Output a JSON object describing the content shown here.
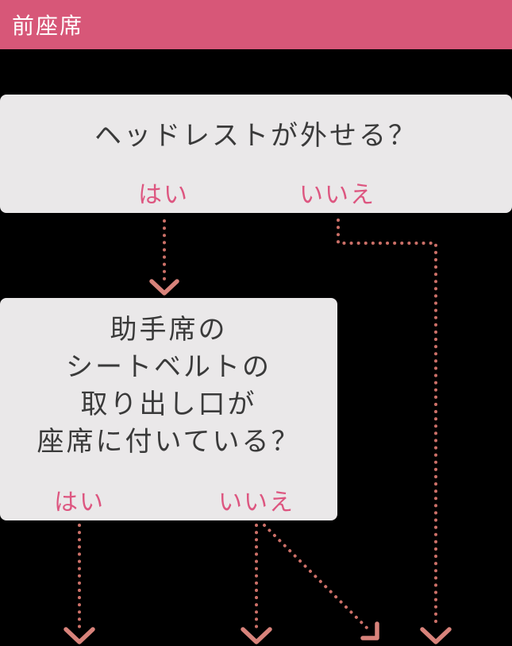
{
  "page": {
    "background": "#000000"
  },
  "header": {
    "title": "前座席",
    "background": "#d75778",
    "text_color": "#ffffff"
  },
  "flowchart": {
    "box_background": "#eae8e9",
    "question_color": "#3a3a3a",
    "answer_color": "#dd5680",
    "arrow_color": "#cc7068",
    "nodes": [
      {
        "id": "q1",
        "question": "ヘッドレストが外せる？",
        "answers": [
          {
            "label": "はい"
          },
          {
            "label": "いいえ"
          }
        ]
      },
      {
        "id": "q2",
        "question_lines": [
          "助手席の",
          "シートベルトの",
          "取り出し口が",
          "座席に付いている？"
        ],
        "answers": [
          {
            "label": "はい"
          },
          {
            "label": "いいえ"
          }
        ]
      }
    ],
    "connectors": [
      {
        "id": "q1-yes",
        "from": "q1",
        "answer": "はい",
        "style": "dotted",
        "shape": "straight-down-to-q2"
      },
      {
        "id": "q1-no",
        "from": "q1",
        "answer": "いいえ",
        "style": "dotted",
        "shape": "down-right-then-down-offscreen"
      },
      {
        "id": "q2-yes",
        "from": "q2",
        "answer": "はい",
        "style": "dotted",
        "shape": "straight-down-offscreen"
      },
      {
        "id": "q2-no",
        "from": "q2",
        "answer": "いいえ",
        "style": "dotted",
        "shape": "straight-down-offscreen"
      },
      {
        "id": "q2-no-diagonal",
        "from": "q2",
        "answer": "いいえ",
        "style": "dotted",
        "shape": "diagonal-down-right-offscreen"
      }
    ]
  }
}
